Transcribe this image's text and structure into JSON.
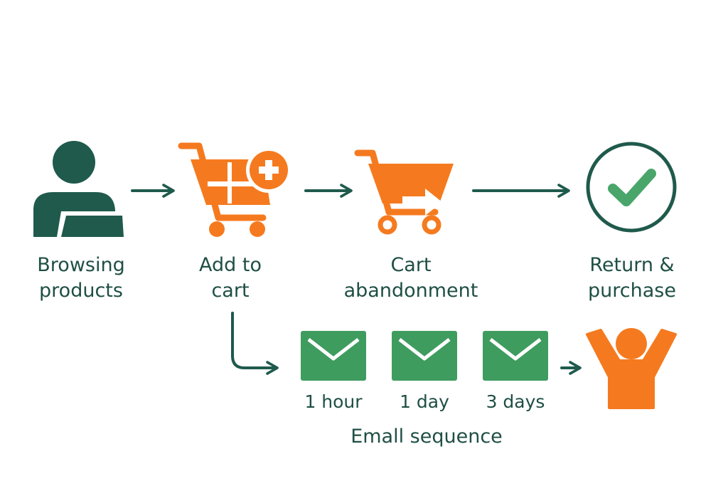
{
  "colors": {
    "dark_green": "#1f5a4c",
    "orange": "#f57a1f",
    "email_green": "#3f9c5f",
    "check_green": "#4aa56a",
    "label": "#1f4f44"
  },
  "steps": [
    {
      "id": "browsing",
      "icon": "person-laptop-icon",
      "lines": [
        "Browsing",
        "products"
      ]
    },
    {
      "id": "add-to-cart",
      "icon": "cart-plus-icon",
      "lines": [
        "Add to",
        "cart"
      ]
    },
    {
      "id": "abandonment",
      "icon": "cart-exit-icon",
      "lines": [
        "Cart",
        "abandonment"
      ]
    },
    {
      "id": "purchase",
      "icon": "checkmark-circle-icon",
      "lines": [
        "Return &",
        "purchase"
      ]
    }
  ],
  "emails": [
    {
      "icon": "envelope-icon",
      "label": "1 hour"
    },
    {
      "icon": "envelope-icon",
      "label": "1 day"
    },
    {
      "icon": "envelope-icon",
      "label": "3 days"
    }
  ],
  "email_sequence_label": "Emall sequence",
  "outcome_icon": "celebrating-person-icon"
}
